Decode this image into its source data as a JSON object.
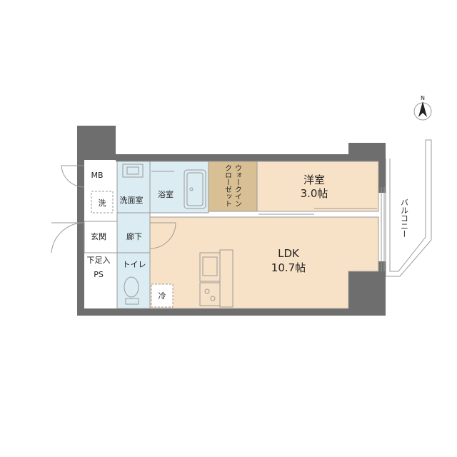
{
  "north_label": "N",
  "rooms": {
    "bedroom": {
      "name": "洋室",
      "size": "3.0帖"
    },
    "ldk": {
      "name": "LDK",
      "size": "10.7帖"
    },
    "closet": {
      "line1": "ウォークイン",
      "line2": "クローゼット"
    },
    "washroom": "洗面室",
    "bath": "浴室",
    "entrance": "玄関",
    "hallway": "廊下",
    "toilet": "トイレ",
    "shoe_box": "下足入",
    "ps": "PS",
    "mb": "MB",
    "washer": "洗",
    "fridge": "冷",
    "balcony": "バルコニー"
  },
  "colors": {
    "wall": "#6e6e6e",
    "living_floor": "#f8e2c7",
    "wet_floor": "#dcecf3",
    "closet_floor": "#d8c094",
    "outline": "#9a9a9a"
  }
}
